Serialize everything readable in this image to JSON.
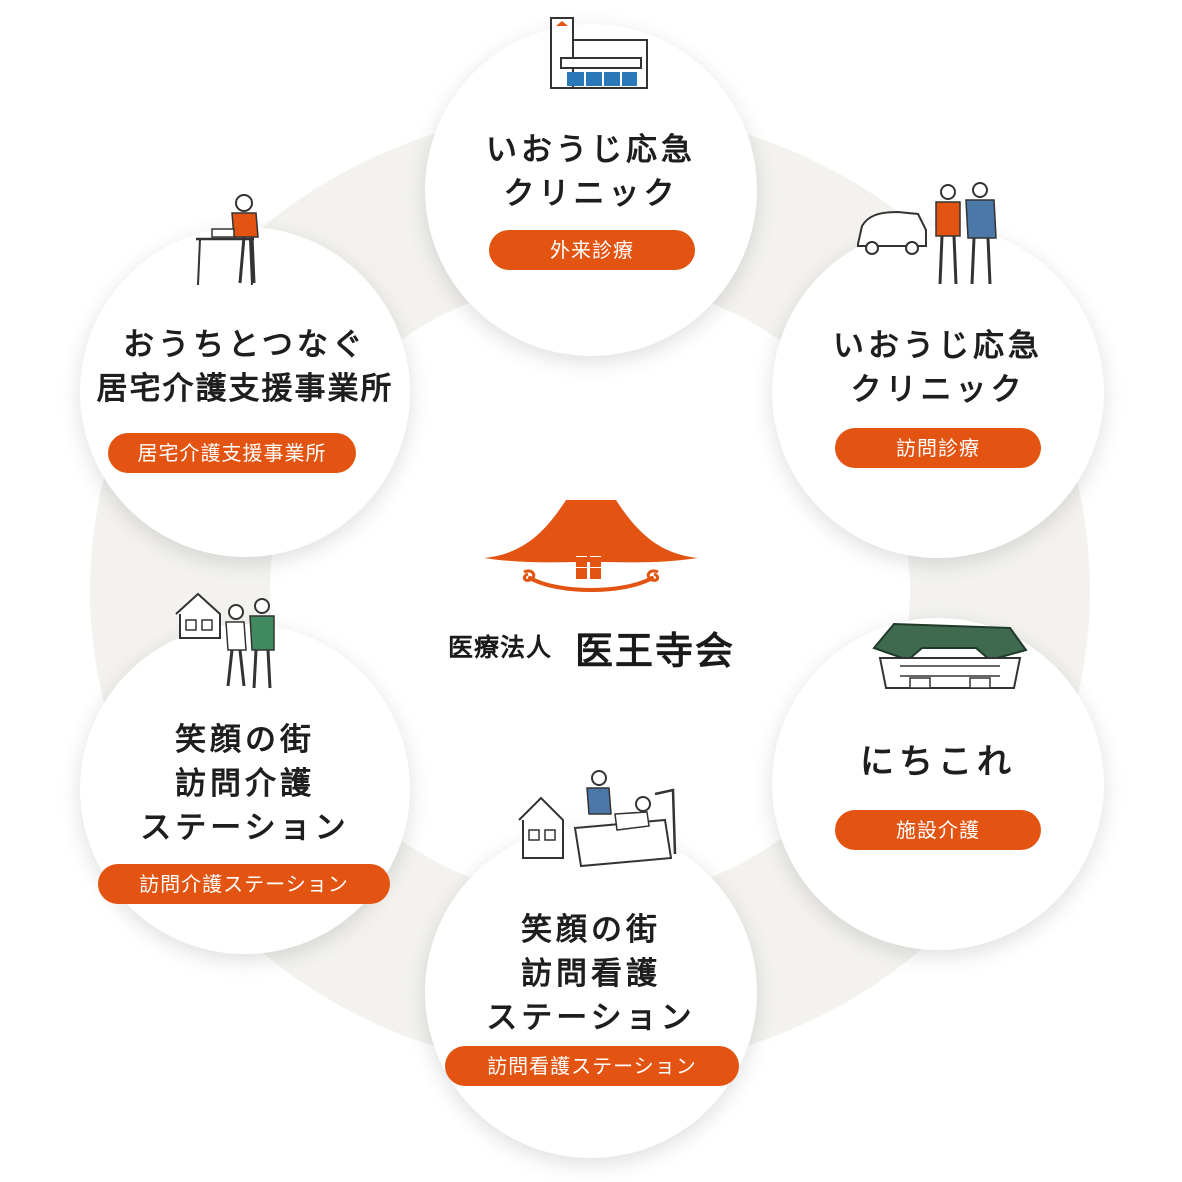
{
  "center": {
    "org_type": "医療法人",
    "org_name": "医王寺会",
    "brand_color": "#e35412"
  },
  "facilities": {
    "top": {
      "name_line1": "いおうじ応急",
      "name_line2": "クリニック",
      "badge": "外来診療",
      "icon": "clinic-building-icon"
    },
    "right": {
      "name_line1": "いおうじ応急",
      "name_line2": "クリニック",
      "badge": "訪問診療",
      "icon": "home-visit-doctors-icon"
    },
    "left": {
      "name_line1": "おうちとつなぐ",
      "name_line2": "居宅介護支援事業所",
      "badge": "居宅介護支援事業所",
      "icon": "care-manager-desk-icon"
    },
    "lower_left": {
      "name_line1": "笑顔の街",
      "name_line2": "訪問介護",
      "name_line3": "ステーション",
      "badge": "訪問介護ステーション",
      "icon": "caregiver-elderly-icon"
    },
    "lower_right": {
      "name_line1": "にちこれ",
      "badge": "施設介護",
      "icon": "care-facility-icon"
    },
    "bottom": {
      "name_line1": "笑顔の街",
      "name_line2": "訪問看護",
      "name_line3": "ステーション",
      "badge": "訪問看護ステーション",
      "icon": "home-nursing-bed-icon"
    }
  }
}
